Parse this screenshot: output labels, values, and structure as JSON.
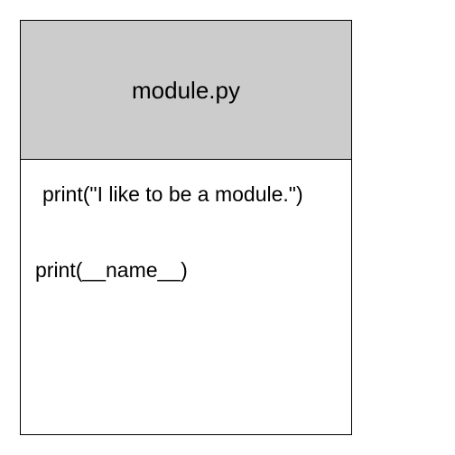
{
  "file": {
    "name": "module.py",
    "header_color": "#cccccc",
    "border_color": "#000000"
  },
  "code": {
    "lines": [
      "print(\"I like to be a module.\")",
      "print(__name__)"
    ]
  }
}
